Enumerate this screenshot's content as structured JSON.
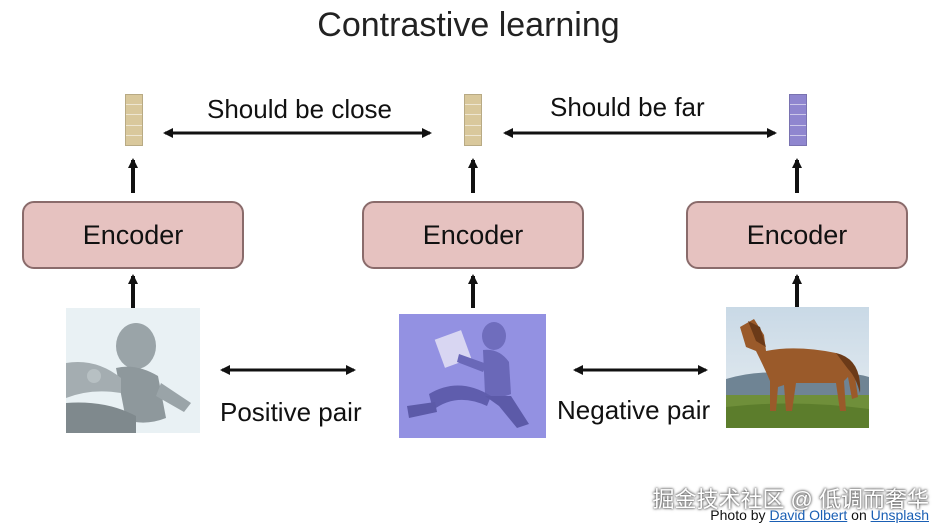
{
  "title": "Contrastive learning",
  "relations": {
    "close": "Should be close",
    "far": "Should be far",
    "positive": "Positive pair",
    "negative": "Negative pair"
  },
  "encoders": [
    {
      "label": "Encoder"
    },
    {
      "label": "Encoder"
    },
    {
      "label": "Encoder"
    }
  ],
  "embeddings": {
    "colors": [
      "#d9c89c",
      "#d9c89c",
      "#8f86cf"
    ]
  },
  "images": {
    "left": "robot-figure-gray",
    "center": "robot-figure-blue",
    "right": "horse"
  },
  "footer": {
    "watermark": "掘金技术社区 @ 低调而奢华",
    "credit_prefix": "Photo by ",
    "credit_author": "David Olbert",
    "credit_mid": " on ",
    "credit_source": "Unsplash"
  }
}
